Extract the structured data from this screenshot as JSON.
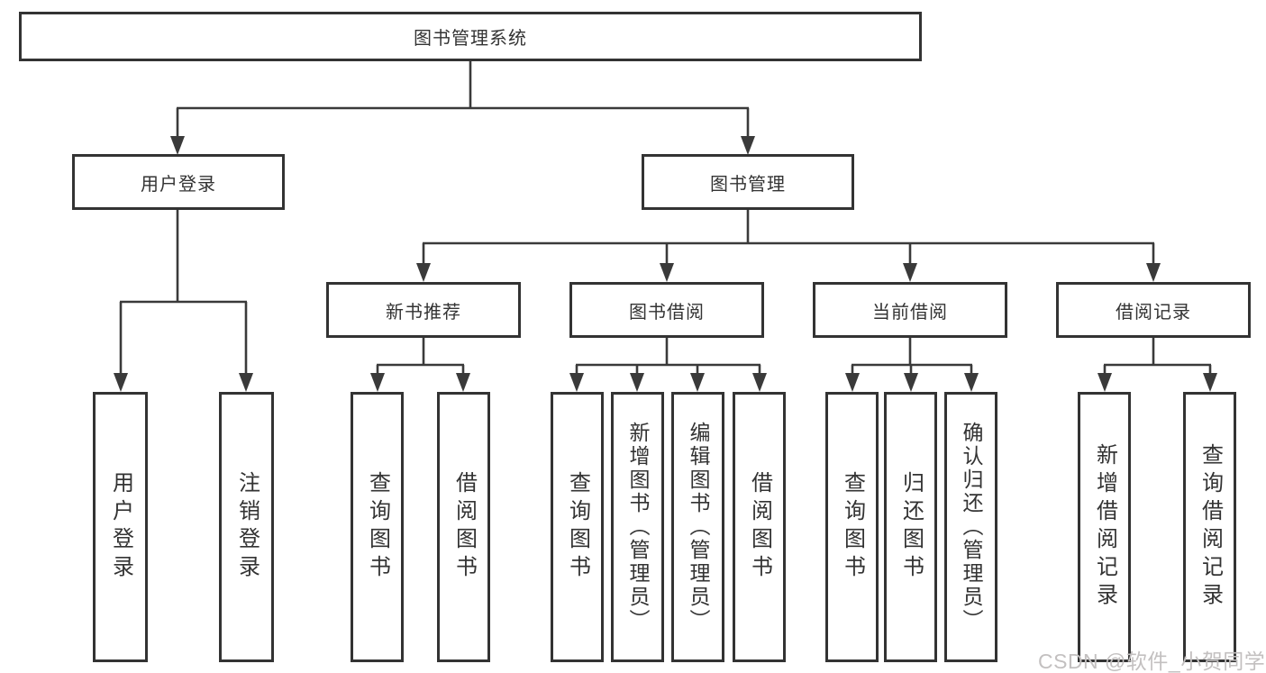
{
  "diagram_type": "functional-structure-tree",
  "root": {
    "label": "图书管理系统",
    "children": [
      {
        "label": "用户登录",
        "children": [
          {
            "label": "用户登录"
          },
          {
            "label": "注销登录"
          }
        ]
      },
      {
        "label": "图书管理",
        "children": [
          {
            "label": "新书推荐",
            "children": [
              {
                "label": "查询图书"
              },
              {
                "label": "借阅图书"
              }
            ]
          },
          {
            "label": "图书借阅",
            "children": [
              {
                "label": "查询图书"
              },
              {
                "label": "新增图书（管理员）"
              },
              {
                "label": "编辑图书（管理员）"
              },
              {
                "label": "借阅图书"
              }
            ]
          },
          {
            "label": "当前借阅",
            "children": [
              {
                "label": "查询图书"
              },
              {
                "label": "归还图书"
              },
              {
                "label": "确认归还（管理员）"
              }
            ]
          },
          {
            "label": "借阅记录",
            "children": [
              {
                "label": "新增借阅记录"
              },
              {
                "label": "查询借阅记录"
              }
            ]
          }
        ]
      }
    ]
  },
  "watermark": "CSDN @软件_小贺同学",
  "colors": {
    "line": "#3a3a3a",
    "border": "#333333",
    "text": "#333333",
    "watermark": "#c3c0c0",
    "background": "#ffffff"
  }
}
